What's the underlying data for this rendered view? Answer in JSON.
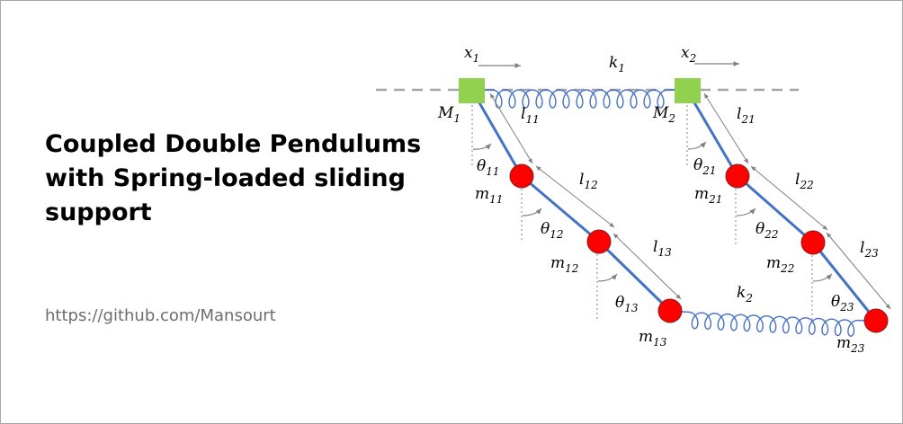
{
  "title_lines": [
    "Coupled Double Pendulums",
    "with Spring-loaded sliding",
    "support"
  ],
  "url": "https://github.com/Mansourt",
  "colors": {
    "rod": "#4472c4",
    "spring": "#4472c4",
    "cart": "#92d050",
    "bob": "#ff0000",
    "guide": "#a6a6a6",
    "annotation": "#808080"
  },
  "labels": {
    "x1": {
      "base": "x",
      "sub": "1"
    },
    "x2": {
      "base": "x",
      "sub": "2"
    },
    "k1": {
      "base": "k",
      "sub": "1"
    },
    "k2": {
      "base": "k",
      "sub": "2"
    },
    "M1": {
      "base": "M",
      "sub": "1"
    },
    "M2": {
      "base": "M",
      "sub": "2"
    },
    "l11": {
      "base": "l",
      "sub": "11"
    },
    "l12": {
      "base": "l",
      "sub": "12"
    },
    "l13": {
      "base": "l",
      "sub": "13"
    },
    "l21": {
      "base": "l",
      "sub": "21"
    },
    "l22": {
      "base": "l",
      "sub": "22"
    },
    "l23": {
      "base": "l",
      "sub": "23"
    },
    "theta11": {
      "base": "θ",
      "sub": "11"
    },
    "theta12": {
      "base": "θ",
      "sub": "12"
    },
    "theta13": {
      "base": "θ",
      "sub": "13"
    },
    "theta21": {
      "base": "θ",
      "sub": "21"
    },
    "theta22": {
      "base": "θ",
      "sub": "22"
    },
    "theta23": {
      "base": "θ",
      "sub": "23"
    },
    "m11": {
      "base": "m",
      "sub": "11"
    },
    "m12": {
      "base": "m",
      "sub": "12"
    },
    "m13": {
      "base": "m",
      "sub": "13"
    },
    "m21": {
      "base": "m",
      "sub": "21"
    },
    "m22": {
      "base": "m",
      "sub": "22"
    },
    "m23": {
      "base": "m",
      "sub": "23"
    }
  }
}
